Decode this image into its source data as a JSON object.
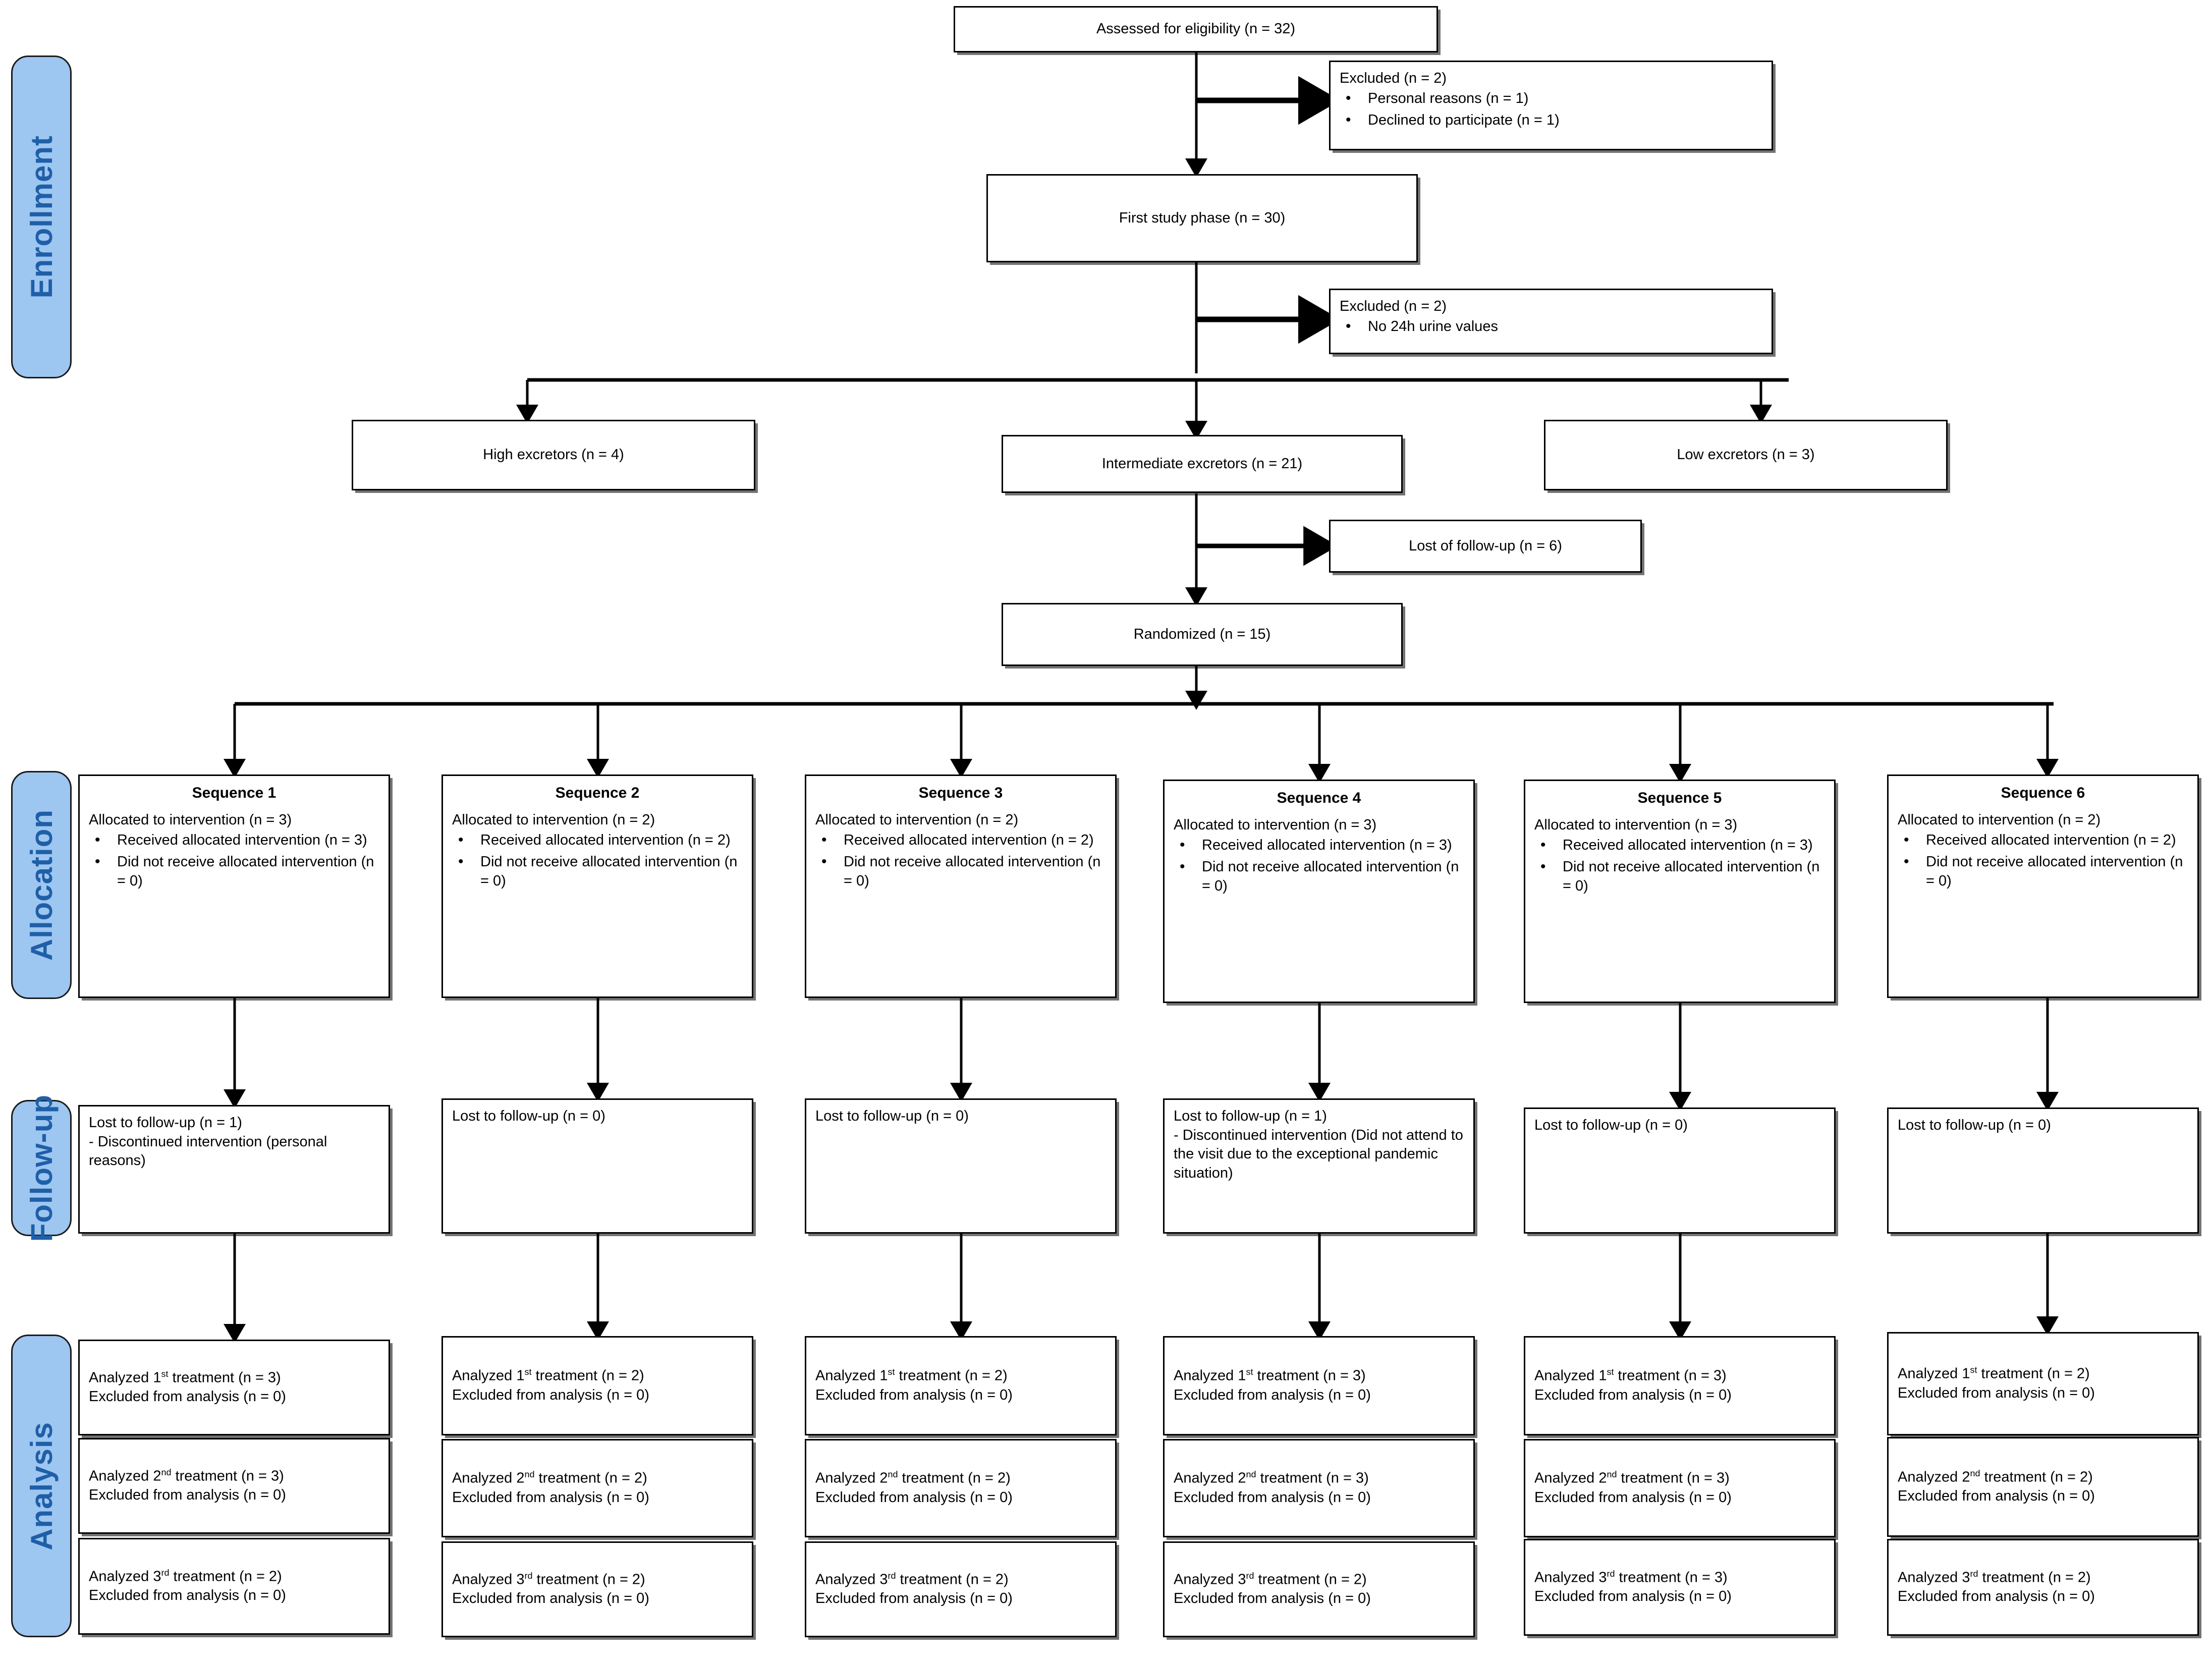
{
  "diagram": {
    "type": "consort-flow-diagram",
    "stages": [
      {
        "id": "enrollment",
        "label": "Enrollment"
      },
      {
        "id": "allocation",
        "label": "Allocation"
      },
      {
        "id": "followup",
        "label": "Follow-up"
      },
      {
        "id": "analysis",
        "label": "Analysis"
      }
    ],
    "accent_color": "#9DC6F0",
    "accent_text_color": "#1F5FA8"
  },
  "enrollment": {
    "assessed": "Assessed for eligibility (n = 32)",
    "excluded_1": {
      "heading": "Excluded (n = 2)",
      "items": [
        "Personal reasons (n = 1)",
        "Declined to participate (n = 1)"
      ]
    },
    "first_phase": "First study phase (n = 30)",
    "excluded_2": {
      "heading": "Excluded (n = 2)",
      "items": [
        "No 24h urine values"
      ]
    },
    "excretors": {
      "high": "High excretors (n = 4)",
      "intermediate": "Intermediate excretors (n = 21)",
      "low": "Low excretors (n = 3)"
    },
    "lost_follow_up": "Lost of follow-up (n = 6)",
    "randomized": "Randomized (n = 15)"
  },
  "allocation": {
    "sequences": [
      {
        "title": "Sequence 1",
        "allocated": "Allocated to intervention (n = 3)",
        "bullets": [
          "Received allocated intervention (n = 3)",
          "Did not receive allocated intervention (n = 0)"
        ]
      },
      {
        "title": "Sequence 2",
        "allocated": "Allocated to intervention (n = 2)",
        "bullets": [
          "Received allocated intervention (n = 2)",
          "Did not receive allocated intervention (n = 0)"
        ]
      },
      {
        "title": "Sequence 3",
        "allocated": "Allocated to intervention (n = 2)",
        "bullets": [
          "Received allocated intervention (n = 2)",
          "Did not receive allocated intervention (n = 0)"
        ]
      },
      {
        "title": "Sequence 4",
        "allocated": "Allocated to intervention (n = 3)",
        "bullets": [
          "Received allocated intervention (n = 3)",
          "Did not receive allocated intervention (n = 0)"
        ]
      },
      {
        "title": "Sequence 5",
        "allocated": "Allocated to intervention (n = 3)",
        "bullets": [
          "Received allocated intervention (n = 3)",
          "Did not receive allocated intervention (n = 0)"
        ]
      },
      {
        "title": "Sequence 6",
        "allocated": "Allocated to intervention (n = 2)",
        "bullets": [
          "Received allocated intervention (n = 2)",
          "Did not receive allocated intervention (n = 0)"
        ]
      }
    ]
  },
  "followup": {
    "columns": [
      {
        "lost": "Lost to follow-up (n = 1)",
        "detail": "- Discontinued intervention (personal reasons)"
      },
      {
        "lost": "Lost to follow-up (n = 0)",
        "detail": ""
      },
      {
        "lost": "Lost to follow-up (n = 0)",
        "detail": ""
      },
      {
        "lost": "Lost to follow-up (n = 1)",
        "detail": "- Discontinued intervention (Did not attend to the visit due to the exceptional pandemic situation)"
      },
      {
        "lost": "Lost to follow-up (n = 0)",
        "detail": ""
      },
      {
        "lost": "Lost to follow-up (n = 0)",
        "detail": ""
      }
    ]
  },
  "analysis": {
    "rows": [
      {
        "ordinal": "1",
        "ordinal_suffix": "st",
        "cells": [
          {
            "analyzed_prefix": "Analyzed ",
            "analyzed_suffix": " treatment (n = 3)",
            "excluded": "Excluded from analysis (n = 0)"
          },
          {
            "analyzed_prefix": "Analyzed ",
            "analyzed_suffix": " treatment (n = 2)",
            "excluded": "Excluded from analysis (n = 0)"
          },
          {
            "analyzed_prefix": "Analyzed ",
            "analyzed_suffix": " treatment (n = 2)",
            "excluded": "Excluded from analysis (n = 0)"
          },
          {
            "analyzed_prefix": "Analyzed ",
            "analyzed_suffix": " treatment (n = 3)",
            "excluded": "Excluded from analysis (n = 0)"
          },
          {
            "analyzed_prefix": "Analyzed ",
            "analyzed_suffix": " treatment (n = 3)",
            "excluded": "Excluded from analysis (n = 0)"
          },
          {
            "analyzed_prefix": "Analyzed ",
            "analyzed_suffix": " treatment (n = 2)",
            "excluded": "Excluded from analysis (n = 0)"
          }
        ]
      },
      {
        "ordinal": "2",
        "ordinal_suffix": "nd",
        "cells": [
          {
            "analyzed_prefix": "Analyzed ",
            "analyzed_suffix": " treatment (n = 3)",
            "excluded": "Excluded from analysis (n = 0)"
          },
          {
            "analyzed_prefix": "Analyzed ",
            "analyzed_suffix": " treatment (n = 2)",
            "excluded": "Excluded from analysis (n = 0)"
          },
          {
            "analyzed_prefix": "Analyzed ",
            "analyzed_suffix": " treatment (n = 2)",
            "excluded": "Excluded from analysis (n = 0)"
          },
          {
            "analyzed_prefix": "Analyzed ",
            "analyzed_suffix": " treatment (n = 3)",
            "excluded": "Excluded from analysis (n = 0)"
          },
          {
            "analyzed_prefix": "Analyzed ",
            "analyzed_suffix": " treatment (n = 3)",
            "excluded": "Excluded from analysis (n = 0)"
          },
          {
            "analyzed_prefix": "Analyzed ",
            "analyzed_suffix": " treatment (n = 2)",
            "excluded": "Excluded from analysis (n = 0)"
          }
        ]
      },
      {
        "ordinal": "3",
        "ordinal_suffix": "rd",
        "cells": [
          {
            "analyzed_prefix": "Analyzed ",
            "analyzed_suffix": " treatment (n = 2)",
            "excluded": "Excluded from analysis (n = 0)"
          },
          {
            "analyzed_prefix": "Analyzed ",
            "analyzed_suffix": " treatment (n = 2)",
            "excluded": "Excluded from analysis (n = 0)"
          },
          {
            "analyzed_prefix": "Analyzed ",
            "analyzed_suffix": " treatment (n = 2)",
            "excluded": "Excluded from analysis (n = 0)"
          },
          {
            "analyzed_prefix": "Analyzed ",
            "analyzed_suffix": " treatment (n = 2)",
            "excluded": "Excluded from analysis (n = 0)"
          },
          {
            "analyzed_prefix": "Analyzed ",
            "analyzed_suffix": " treatment (n = 3)",
            "excluded": "Excluded from analysis (n = 0)"
          },
          {
            "analyzed_prefix": "Analyzed ",
            "analyzed_suffix": " treatment (n = 2)",
            "excluded": "Excluded from analysis (n = 0)"
          }
        ]
      }
    ]
  }
}
